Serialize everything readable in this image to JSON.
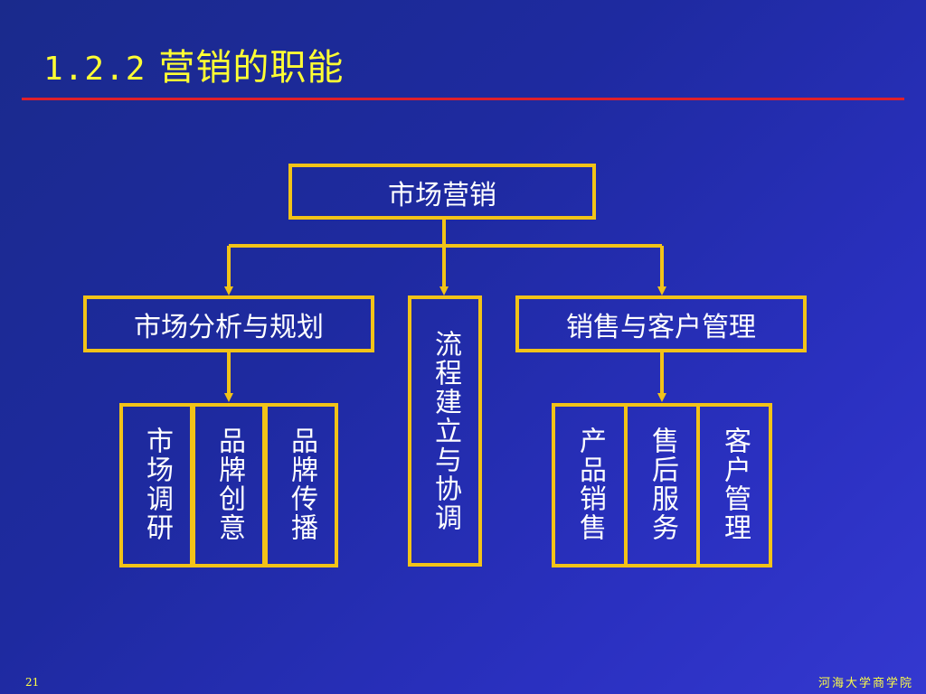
{
  "title": {
    "number": "1.2.2",
    "text": "营销的职能"
  },
  "diagram": {
    "root": "市场营销",
    "branches": {
      "left": {
        "label": "市场分析与规划",
        "children": [
          "市场调研",
          "品牌创意",
          "品牌传播"
        ]
      },
      "middle": {
        "label": "流程建立与协调"
      },
      "right": {
        "label": "销售与客户管理",
        "children": [
          "产品销售",
          "售后服务",
          "客户管理"
        ]
      }
    }
  },
  "footer": {
    "page_number": "21",
    "institution": "河海大学商学院"
  },
  "colors": {
    "title": "#ffff33",
    "rule": "#e0202a",
    "box_border": "#f2c318",
    "connector": "#f2c318",
    "text": "#ffffff"
  }
}
